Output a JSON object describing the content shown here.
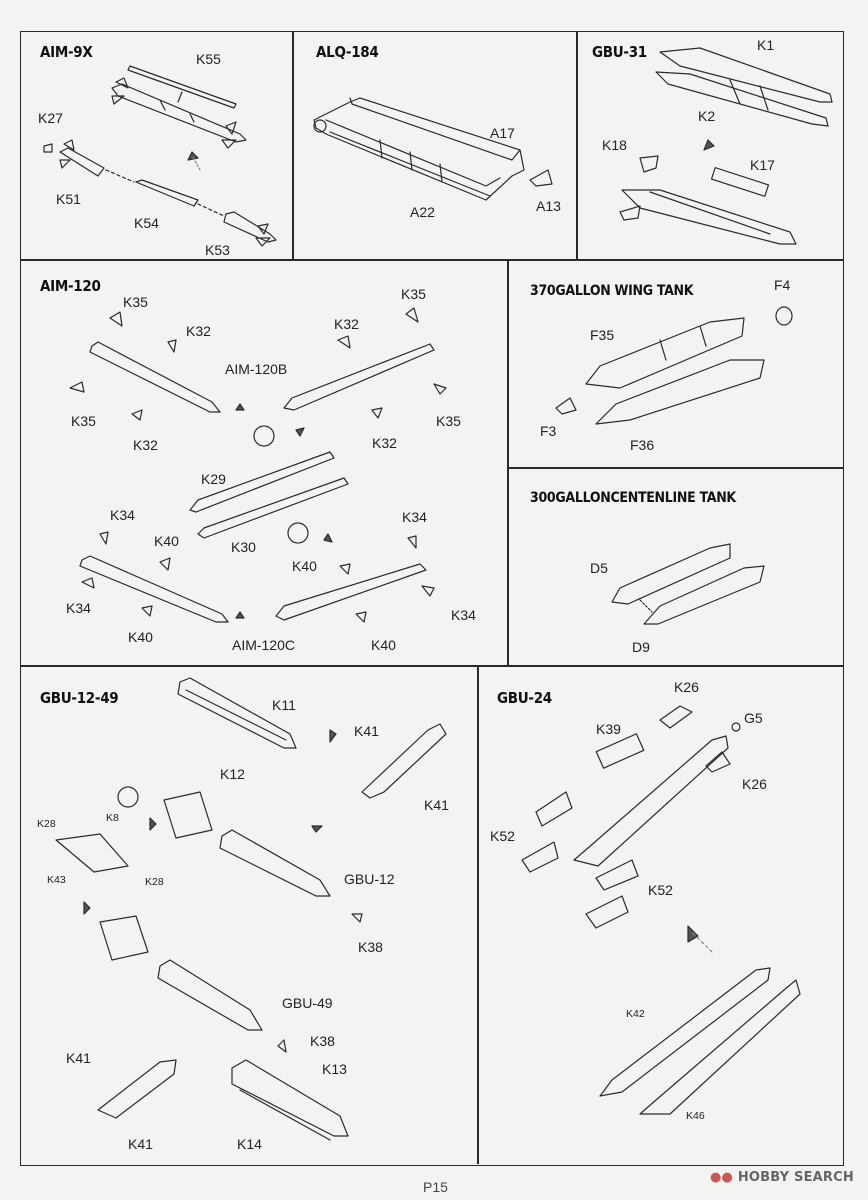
{
  "sections": {
    "aim9x": {
      "title": "AIM-9X",
      "parts": [
        "K55",
        "K27",
        "K51",
        "K54",
        "K53"
      ]
    },
    "alq184": {
      "title": "ALQ-184",
      "parts": [
        "A17",
        "A22",
        "A13"
      ]
    },
    "gbu31": {
      "title": "GBU-31",
      "parts": [
        "K1",
        "K2",
        "K18",
        "K17"
      ]
    },
    "aim120": {
      "title": "AIM-120",
      "parts": [
        "K35",
        "K32",
        "K35",
        "K32",
        "K32",
        "K35",
        "K32",
        "K35",
        "K29",
        "K30",
        "K34",
        "K40",
        "K34",
        "K40",
        "K40",
        "K34",
        "K40",
        "K34"
      ],
      "variant_b": "AIM-120B",
      "variant_c": "AIM-120C"
    },
    "wing_tank": {
      "title": "370GALLON WING TANK",
      "parts": [
        "F4",
        "F35",
        "F3",
        "F36"
      ]
    },
    "centerline_tank": {
      "title": "300GALLONCENTENLINE TANK",
      "parts": [
        "D5",
        "D9"
      ]
    },
    "gbu12_49": {
      "title": "GBU-12-49",
      "parts": [
        "K11",
        "K12",
        "K41",
        "K41",
        "K28",
        "K8",
        "K43",
        "K28",
        "K38",
        "K38",
        "K13",
        "K41",
        "K41",
        "K14"
      ],
      "bomb_a": "GBU-12",
      "bomb_b": "GBU-49"
    },
    "gbu24": {
      "title": "GBU-24",
      "parts": [
        "K26",
        "G5",
        "K39",
        "K26",
        "K52",
        "K52",
        "K42",
        "K46"
      ]
    }
  },
  "footer": {
    "page": "P15",
    "watermark": "HOBBY SEARCH"
  }
}
